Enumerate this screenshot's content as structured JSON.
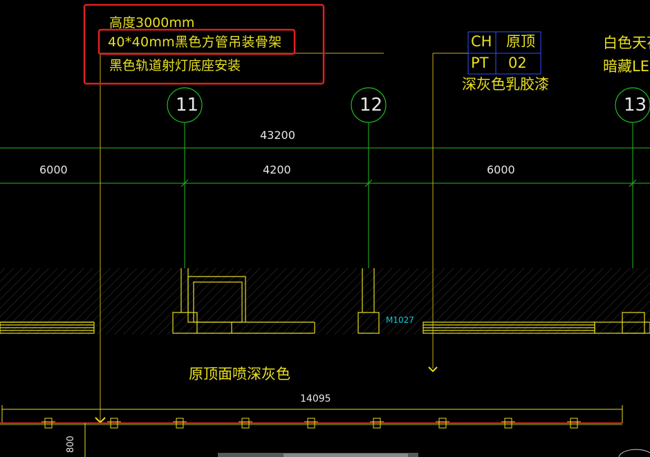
{
  "notes": {
    "height": "高度3000mm",
    "frame": "40*40mm黑色方管吊装骨架",
    "track": "黑色轨道射灯底座安装"
  },
  "legend": {
    "ch_code": "CH",
    "ch_value": "原顶",
    "pt_code": "PT",
    "pt_value": "02",
    "paint": "深灰色乳胶漆"
  },
  "right_notes": {
    "line1": "白色天花",
    "line2": "暗藏LE"
  },
  "grid_bubbles": [
    "11",
    "12",
    "13"
  ],
  "dimensions": {
    "overall": "43200",
    "bay_left": "6000",
    "bay_mid": "4200",
    "bay_right": "6000",
    "bottom": "14095",
    "vertical": "800"
  },
  "labels": {
    "door_tag": "M1027",
    "spray_note": "原顶面喷深灰色"
  },
  "colors": {
    "background": "#000000",
    "grid_line": "#20c020",
    "annotation": "#e8e020",
    "highlight_box": "#e02020",
    "wall": "#e8e020",
    "track": "#e02020",
    "legend_box": "#3050ff"
  }
}
